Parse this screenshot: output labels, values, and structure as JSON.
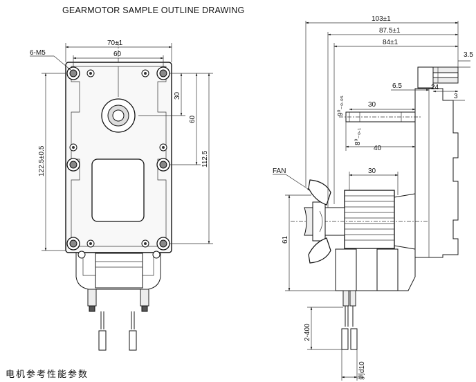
{
  "title": "GEARMOTOR SAMPLE  OUTLINE DRAWING",
  "footer_text": "电机参考性能参数",
  "front_view": {
    "hole_label": "6-M5",
    "width_total": "70±1",
    "width_holes": "60",
    "dim_30": "30",
    "dim_60": "60",
    "dim_112_5": "112.5",
    "height_total": "122.5±0.5"
  },
  "side_view": {
    "dim_103": "103±1",
    "dim_87_5": "87.5±1",
    "dim_84": "84±1",
    "dim_3_5": "3.5",
    "dim_6_5": "6.5",
    "dim_24": "24",
    "dim_3": "3",
    "shaft_dia_9": "9⁰₋₀.₀₅",
    "shaft_flat_8": "8⁰₋₀.₁",
    "shaft_30": "30",
    "shaft_40": "40",
    "fan_label": "FAN",
    "coil_30": "30",
    "height_61": "61",
    "lead_length": "2-400",
    "lead_strip": "剥d10"
  }
}
